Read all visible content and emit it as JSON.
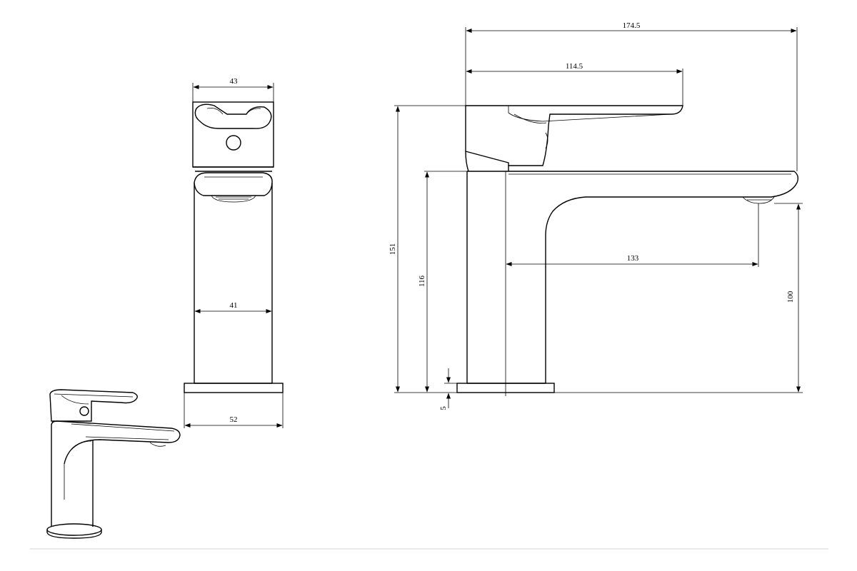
{
  "front_view": {
    "dims": {
      "top_width": "43",
      "body_width": "41",
      "base_width": "52"
    }
  },
  "side_view": {
    "dims": {
      "overall_length": "174.5",
      "lever_length": "114.5",
      "spout_reach": "133",
      "overall_height": "151",
      "spout_top_height": "116",
      "outlet_height": "100",
      "base_thickness": "5"
    }
  }
}
